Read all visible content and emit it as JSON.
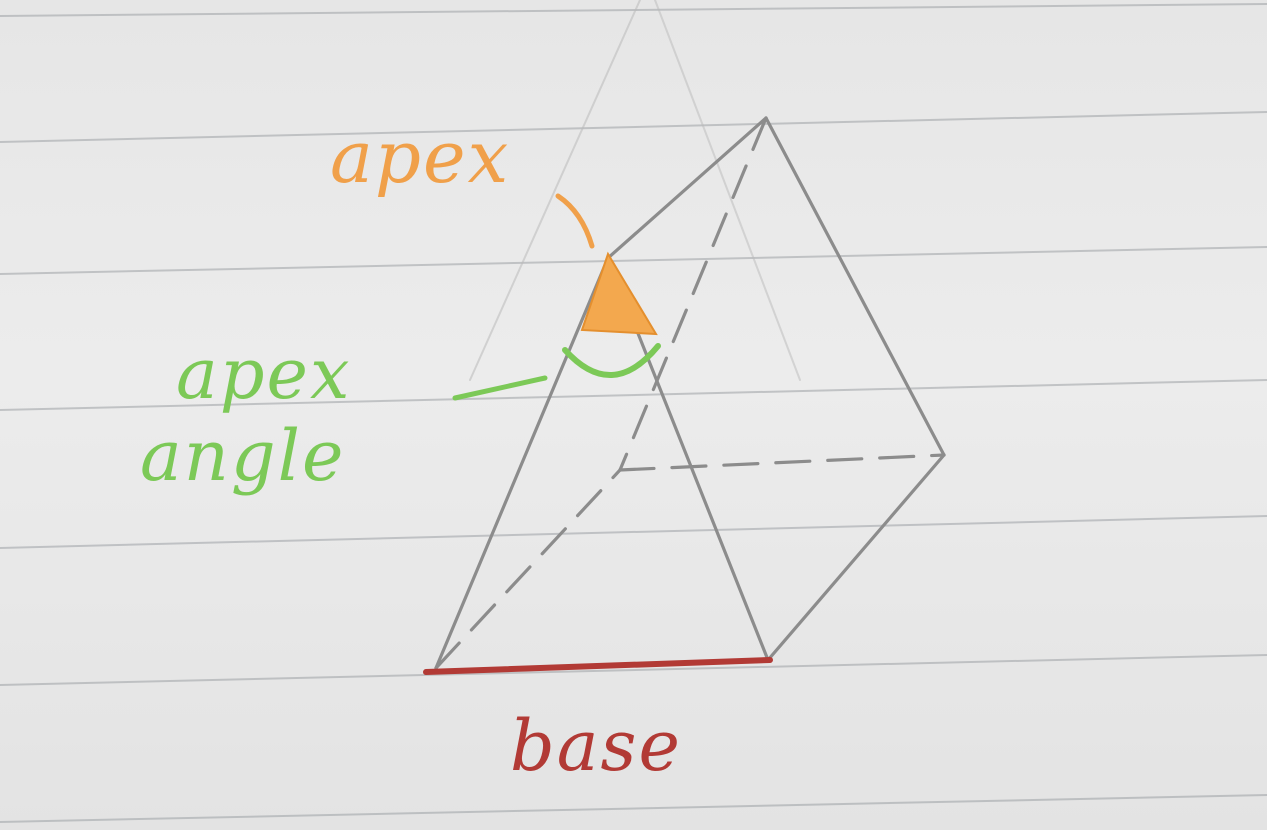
{
  "labels": {
    "apex": "apex",
    "apex_angle_line1": "apex",
    "apex_angle_line2": "angle",
    "base": "base"
  },
  "colors": {
    "apex": "#f0a04a",
    "apex_fill": "#f3a84e",
    "apex_angle": "#7cc957",
    "base": "#b23a35",
    "pencil": "#8c8c8c",
    "paper": "#e8e8e8",
    "ruled_line": "#9ea2a6"
  }
}
